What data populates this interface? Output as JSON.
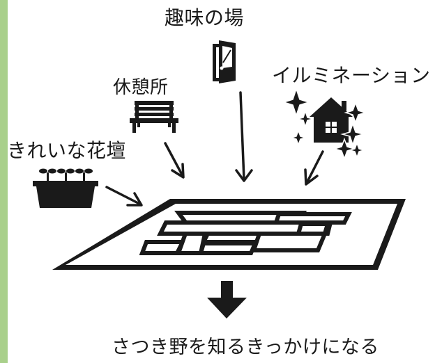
{
  "colors": {
    "ink": "#1a1a1a",
    "accent_bar": "#a9d08b",
    "background": "#ffffff"
  },
  "labels": {
    "hobby_space": "趣味の場",
    "rest_area": "休憩所",
    "flower_bed": "きれいな花壇",
    "illumination": "イルミネーション",
    "caption": "さつき野を知るきっかけになる"
  },
  "icons": {
    "hobby_space": "door-icon",
    "rest_area": "bench-icon",
    "flower_bed": "planter-icon",
    "illumination": "sparkling-house-icon",
    "site": "floor-plan-icon",
    "result": "down-arrow-icon"
  }
}
